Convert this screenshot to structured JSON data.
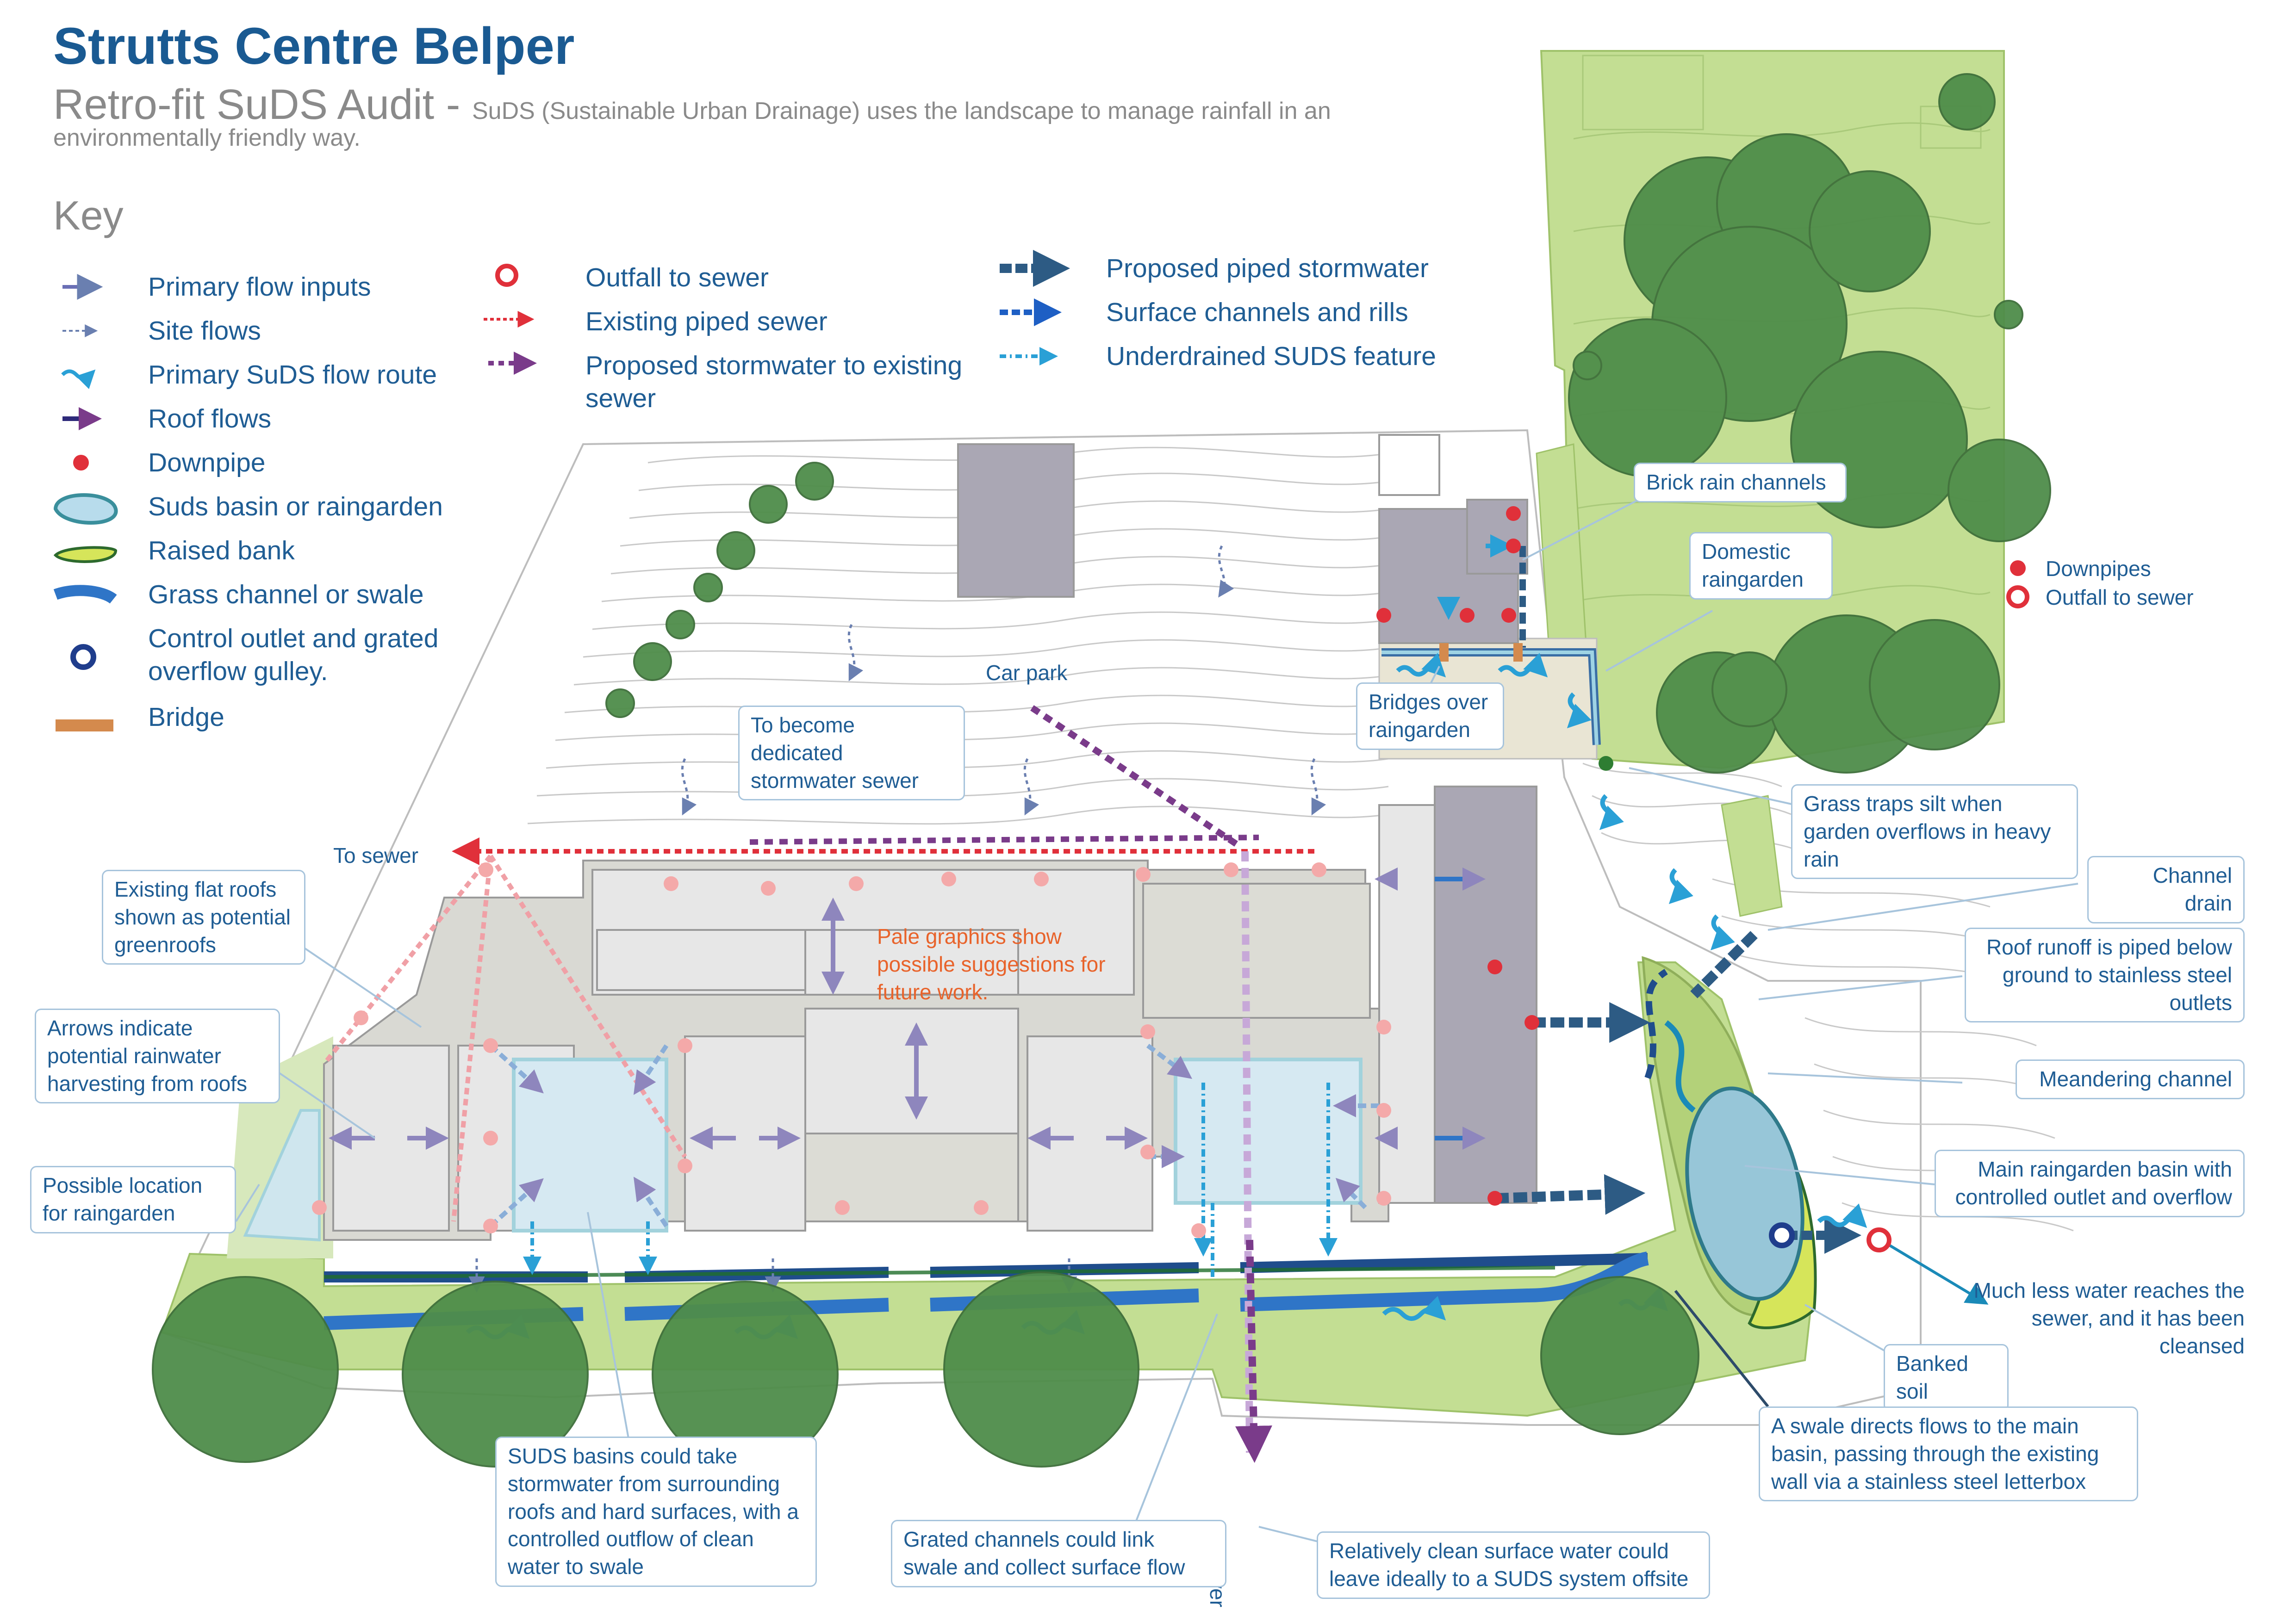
{
  "title": "Strutts Centre Belper",
  "subtitle": {
    "lead": "Retro-fit SuDS Audit - ",
    "text": "SuDS (Sustainable Urban Drainage) uses the landscape to manage rainfall in an environmentally friendly way."
  },
  "key": {
    "heading": "Key",
    "col1": [
      "Primary flow inputs",
      "Site flows",
      "Primary SuDS flow route",
      "Roof flows",
      "Downpipe",
      "Suds basin or raingarden",
      "Raised bank",
      "Grass channel or swale",
      "Control outlet and grated overflow gulley.",
      "Bridge"
    ],
    "col2": [
      "Outfall to sewer",
      "Existing piped sewer",
      "Proposed stormwater to existing sewer"
    ],
    "col3": [
      "Proposed piped stormwater",
      "Surface channels and rills",
      "Underdrained SUDS feature"
    ]
  },
  "labels": {
    "car_park": "Car park",
    "to_sewer_left": "To sewer",
    "to_sewer_bottom": "To sewer",
    "downpipes": "Downpipes",
    "outfall_to_sewer": "Outfall to sewer",
    "pale_graphics": "Pale graphics show possible suggestions for future work.",
    "banked_soil": "Banked soil",
    "much_less_water": "Much less water reaches the sewer, and it has been cleansed"
  },
  "callouts": {
    "brick_rain_channels": "Brick rain channels",
    "domestic_raingarden": "Domestic raingarden",
    "bridges_over_raingarden": "Bridges over raingarden",
    "dedicated_stormwater": "To become dedicated stormwater sewer",
    "grass_traps": "Grass traps silt when garden overflows in heavy rain",
    "channel_drain": "Channel drain",
    "roof_runoff": "Roof runoff is piped below ground to stainless steel outlets",
    "meandering_channel": "Meandering channel",
    "main_raingarden": "Main raingarden basin with controlled outlet and overflow",
    "existing_flat_roofs": "Existing flat roofs shown as potential greenroofs",
    "arrows_rainwater": "Arrows indicate potential rainwater harvesting from roofs",
    "possible_location": "Possible location for raingarden",
    "suds_basins": "SUDS basins could take stormwater from surrounding roofs and hard surfaces, with a controlled outflow of clean water to swale",
    "grated_channels": "Grated channels could link swale and collect surface flow",
    "relatively_clean": "Relatively clean surface water could leave ideally to a SUDS system offsite",
    "swale_directs": "A swale directs flows to the main basin, passing through the existing wall via a stainless steel letterbox"
  },
  "colors": {
    "title_blue": "#1a5a92",
    "text_blue": "#1f5d94",
    "grass_green": "#b5d57f",
    "tree_green": "#4f8d4a",
    "building_grey": "#d9d9d3",
    "roof_purple": "#aaa7b4",
    "basin_blue": "#a9cde0",
    "sewer_red": "#e0303a",
    "proposed_purple": "#7a3b8a",
    "piped_navy": "#2d5b84",
    "swale_blue": "#2f75c7",
    "bridge_orange": "#d48a4d",
    "bank_yellow": "#cde24a",
    "pale_pink": "#f4a9a9"
  },
  "icons": [
    "arrow-icon",
    "dotted-arrow-icon",
    "wave-arrow-icon",
    "roof-arrow-icon",
    "downpipe-dot-icon",
    "basin-icon",
    "raised-bank-icon",
    "swale-icon",
    "control-outlet-icon",
    "bridge-icon",
    "outfall-icon",
    "red-dotted-arrow-icon",
    "purple-dotted-arrow-icon",
    "thick-dashed-arrow-icon",
    "blue-dashed-arrow-icon",
    "dash-dot-arrow-icon",
    "tree-icon"
  ]
}
